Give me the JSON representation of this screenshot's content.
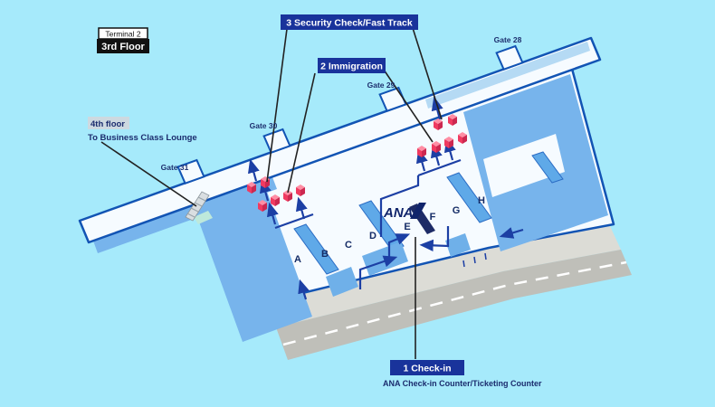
{
  "title": "ANA Terminal 2 3rd Floor Map",
  "header": {
    "terminal": "Terminal 2",
    "floor": "3rd Floor"
  },
  "callouts": {
    "security": {
      "label": "3 Security Check/Fast Track"
    },
    "immigration": {
      "label": "2 Immigration"
    },
    "checkin": {
      "label": "1 Check-in",
      "caption": "ANA Check-in Counter/Ticketing Counter"
    },
    "lounge": {
      "floor_label": "4th floor",
      "text": "To Business Class Lounge"
    }
  },
  "gates": [
    {
      "label": "Gate 28"
    },
    {
      "label": "Gate 29"
    },
    {
      "label": "Gate 30"
    },
    {
      "label": "Gate 31"
    }
  ],
  "counters": {
    "brand": "ANA",
    "letters": [
      "A",
      "B",
      "C",
      "D",
      "E",
      "F",
      "G",
      "H"
    ]
  },
  "icons": {
    "checkpoint": "security-checkpoint-marker",
    "escalator": "escalator-icon",
    "flow": "direction-arrow"
  },
  "colors": {
    "background": "#A6EAFB",
    "building_fill": "#F6FBFF",
    "building_edge": "#1254B4",
    "zone_blue": "#77B4EC",
    "island_blue": "#5FA9E8",
    "callout_blue": "#19339B",
    "navy_text": "#1B2C6E",
    "marker_red": "#F03A60",
    "arrow_navy": "#1C3FA4",
    "sidewalk_gray": "#DCDCD6",
    "road_gray": "#BFBFB9"
  }
}
